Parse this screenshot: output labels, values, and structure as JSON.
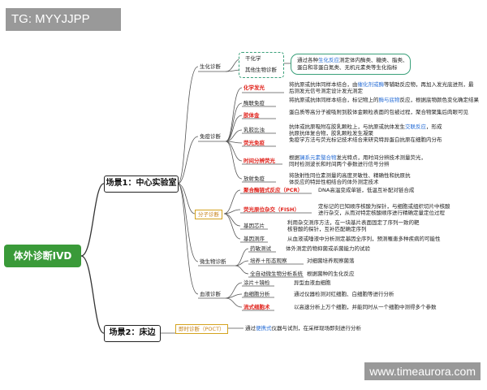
{
  "watermark": "TG: MYYJJPP",
  "url_watermark": "www.timeaurora.com",
  "root": "体外诊断IVD",
  "scene1": "场景1：中心实验室",
  "scene2": "场景2：床边",
  "biochem": {
    "label": "生化诊断",
    "methods": [
      "干化学",
      "其他生物诊断"
    ],
    "desc_pre": "通过各种",
    "desc_hl": "生化反应",
    "desc_post": "测定体内酶类、糖类、脂类、",
    "desc_line2": "蛋白和非蛋白氮类、无机元素类等生化指标"
  },
  "immuno": {
    "label": "免疫诊断",
    "items": [
      {
        "name": "化学发光",
        "red": true,
        "desc": [
          "将抗原或抗体同样本结合，由",
          "@@催化剂或酶",
          "等辅助反应物，再加入发光底进剂，最",
          "后测发光信号测定设计发光测定"
        ]
      },
      {
        "name": "酶联免疫",
        "red": false,
        "desc": [
          "将抗原或抗体同样本结合，标记物上的",
          "@@酶与底物",
          "反应，根据底物颜色变化确定结果"
        ]
      },
      {
        "name": "胶体金",
        "red": true,
        "desc": [
          "蛋白质等高分子被吸附到胶体金颗粒表面的包被过程，聚合物聚集后肉眼可见"
        ]
      },
      {
        "name": "乳胶比浊",
        "red": false,
        "desc": [
          "抗体或抗原吸附在胶乳颗粒上，与抗原或抗体发生",
          "@@交联反应",
          "，形成",
          "抗原抗体复合物，胶乳颗粒发生凝聚"
        ]
      },
      {
        "name": "荧光免疫",
        "red": true,
        "desc": [
          "免疫学方法与荧光标记技术结合来研究特异蛋白抗原在细胞内分布"
        ]
      },
      {
        "name": "时间分辨荧光",
        "red": true,
        "desc": [
          "根据",
          "@@镧系元素螯合物",
          "发光特点，用时间分辨技术测量荧光，",
          "同时检测波长和时间两个参数进行信号分辨"
        ]
      },
      {
        "name": "放射免疫",
        "red": false,
        "desc": [
          "将放射性同位素测量的高度灵敏性、精确性和抗原抗",
          "体反应的特异性相结合的体外测定技术"
        ]
      }
    ]
  },
  "molecular": {
    "label": "分子诊断",
    "items": [
      {
        "name": "聚合酶链式反应（PCR）",
        "red": true,
        "desc": [
          "DNA高温变成单链，低温互补配对链合成"
        ]
      },
      {
        "name": "荧光原位杂交（FISH）",
        "red": true,
        "desc": [
          "定标记的已知顺序核酸为探针，与细胞或组织切片中核酸",
          "进行杂交，从而对特定核酸顺序进行精确定量定位过程"
        ]
      },
      {
        "name": "基因芯片",
        "red": false,
        "desc": [
          "利用杂交测序方法，在一块基片表面固定了序列一致的靶",
          "核苷酸的探针，互补匹配确定序列"
        ]
      },
      {
        "name": "基因测序",
        "red": false,
        "desc": [
          "从血液或唾液中分析测定基因全序列，预测罹患多种疾病的可能性"
        ]
      }
    ]
  },
  "micro": {
    "label": "微生物诊断",
    "items": [
      {
        "name": "药敏测试",
        "desc": "体外测定药物抑菌或杀菌能力的试验"
      },
      {
        "name": "培养＋形态观察",
        "desc": "对细菌培养观察菌落"
      },
      {
        "name": "全自动微生物分析系统",
        "desc": "根据菌种的生化反应"
      }
    ]
  },
  "blood": {
    "label": "血液诊断",
    "items": [
      {
        "name": "涂片＋镜检",
        "red": false,
        "desc": "异型血液血细胞"
      },
      {
        "name": "血细胞分析",
        "red": false,
        "desc": "通过仪器检测对红细胞、白细胞等进行分析"
      },
      {
        "name": "流式细胞术",
        "red": true,
        "desc": "以高速分析上万个细胞，并能同时从一个细胞中测得多个参数"
      }
    ]
  },
  "poct": {
    "label": "即时诊断（POCT）",
    "desc_pre": "通过",
    "desc_hl": "便携式",
    "desc_post": "仪器与试剂，在采样现场即刻进行分析"
  }
}
